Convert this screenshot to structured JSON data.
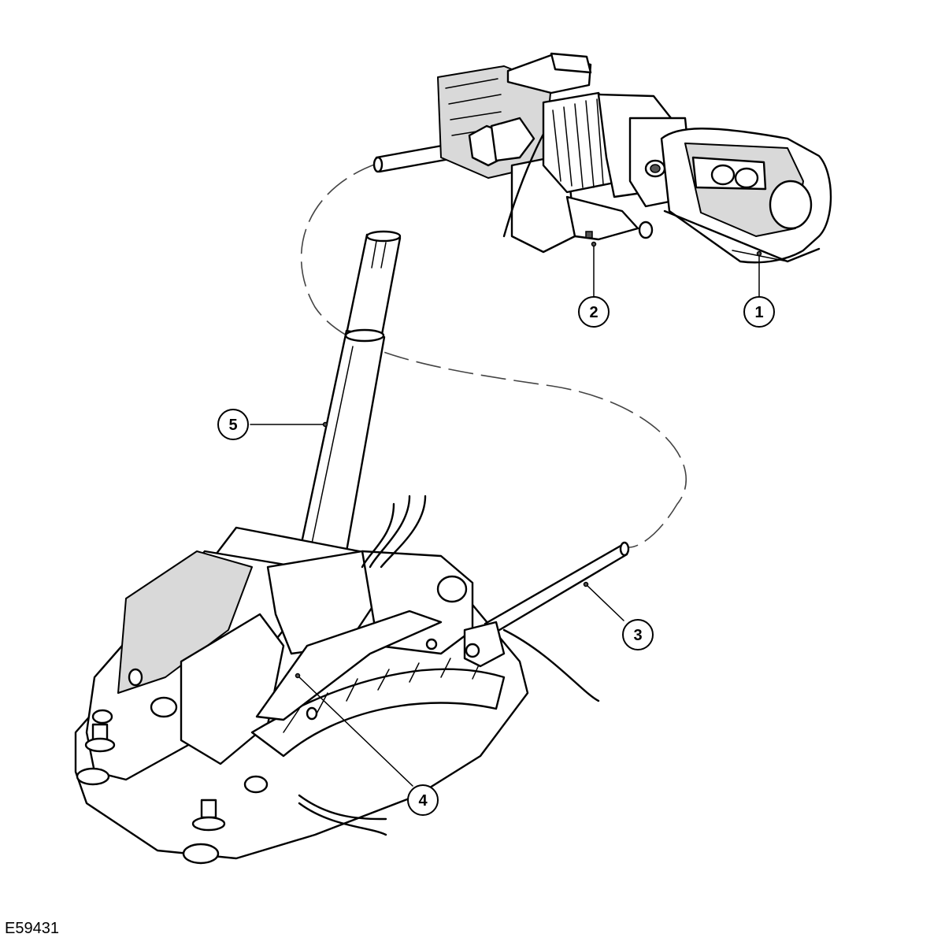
{
  "figure_id": "E59431",
  "callouts": [
    {
      "label": "1"
    },
    {
      "label": "2"
    },
    {
      "label": "3"
    },
    {
      "label": "4"
    },
    {
      "label": "5"
    }
  ]
}
